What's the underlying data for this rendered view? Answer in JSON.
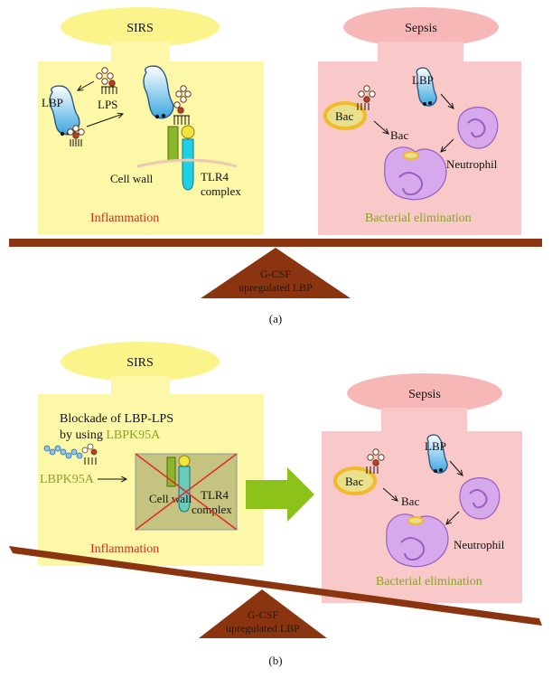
{
  "panel_a": {
    "left_header": "SIRS",
    "right_header": "Sepsis",
    "lbp": "LBP",
    "lps": "LPS",
    "cell_wall": "Cell wall",
    "tlr4_line1": "TLR4",
    "tlr4_line2": "complex",
    "inflammation": "Inflammation",
    "bac1": "Bac",
    "bac2": "Bac",
    "lbp_right": "LBP",
    "neutrophil": "Neutrophil",
    "bacterial_elimination": "Bacterial elimination",
    "fulcrum_line1": "G-CSF",
    "fulcrum_line2": "upregulated LBP",
    "caption": "(a)"
  },
  "panel_b": {
    "left_header": "SIRS",
    "right_header": "Sepsis",
    "blockade_line1": "Blockade of LBP-LPS",
    "blockade_line2_prefix": "by using ",
    "blockade_line2_drug": "LBPK95A",
    "drug_label": "LBPK95A",
    "cell_wall": "Cell wall",
    "tlr4_line1": "TLR4",
    "tlr4_line2": "complex",
    "inflammation": "Inflammation",
    "bac1": "Bac",
    "bac2": "Bac",
    "lbp_right": "LBP",
    "neutrophil": "Neutrophil",
    "bacterial_elimination": "Bacterial elimination",
    "fulcrum_line1": "G-CSF",
    "fulcrum_line2": "upregulated LBP",
    "caption": "(b)"
  },
  "colors": {
    "sirs_fill": "#fdf7a8",
    "sirs_header": "#fbf48a",
    "sepsis_fill": "#f9c9c9",
    "sepsis_header": "#f7b7b7",
    "beam": "#8b3510",
    "inflammation_text": "#d42a1e",
    "elimination_text": "#8aa12a",
    "arrow_green": "#8cc21a",
    "neutrophil": "#d6a8ec",
    "bac_fill": "#e8e08a",
    "bac_ring": "#f2b92b",
    "tlr4": "#1ed1e6",
    "cd14": "#8bb52a",
    "lbp_blue": "#3aa6e0"
  }
}
